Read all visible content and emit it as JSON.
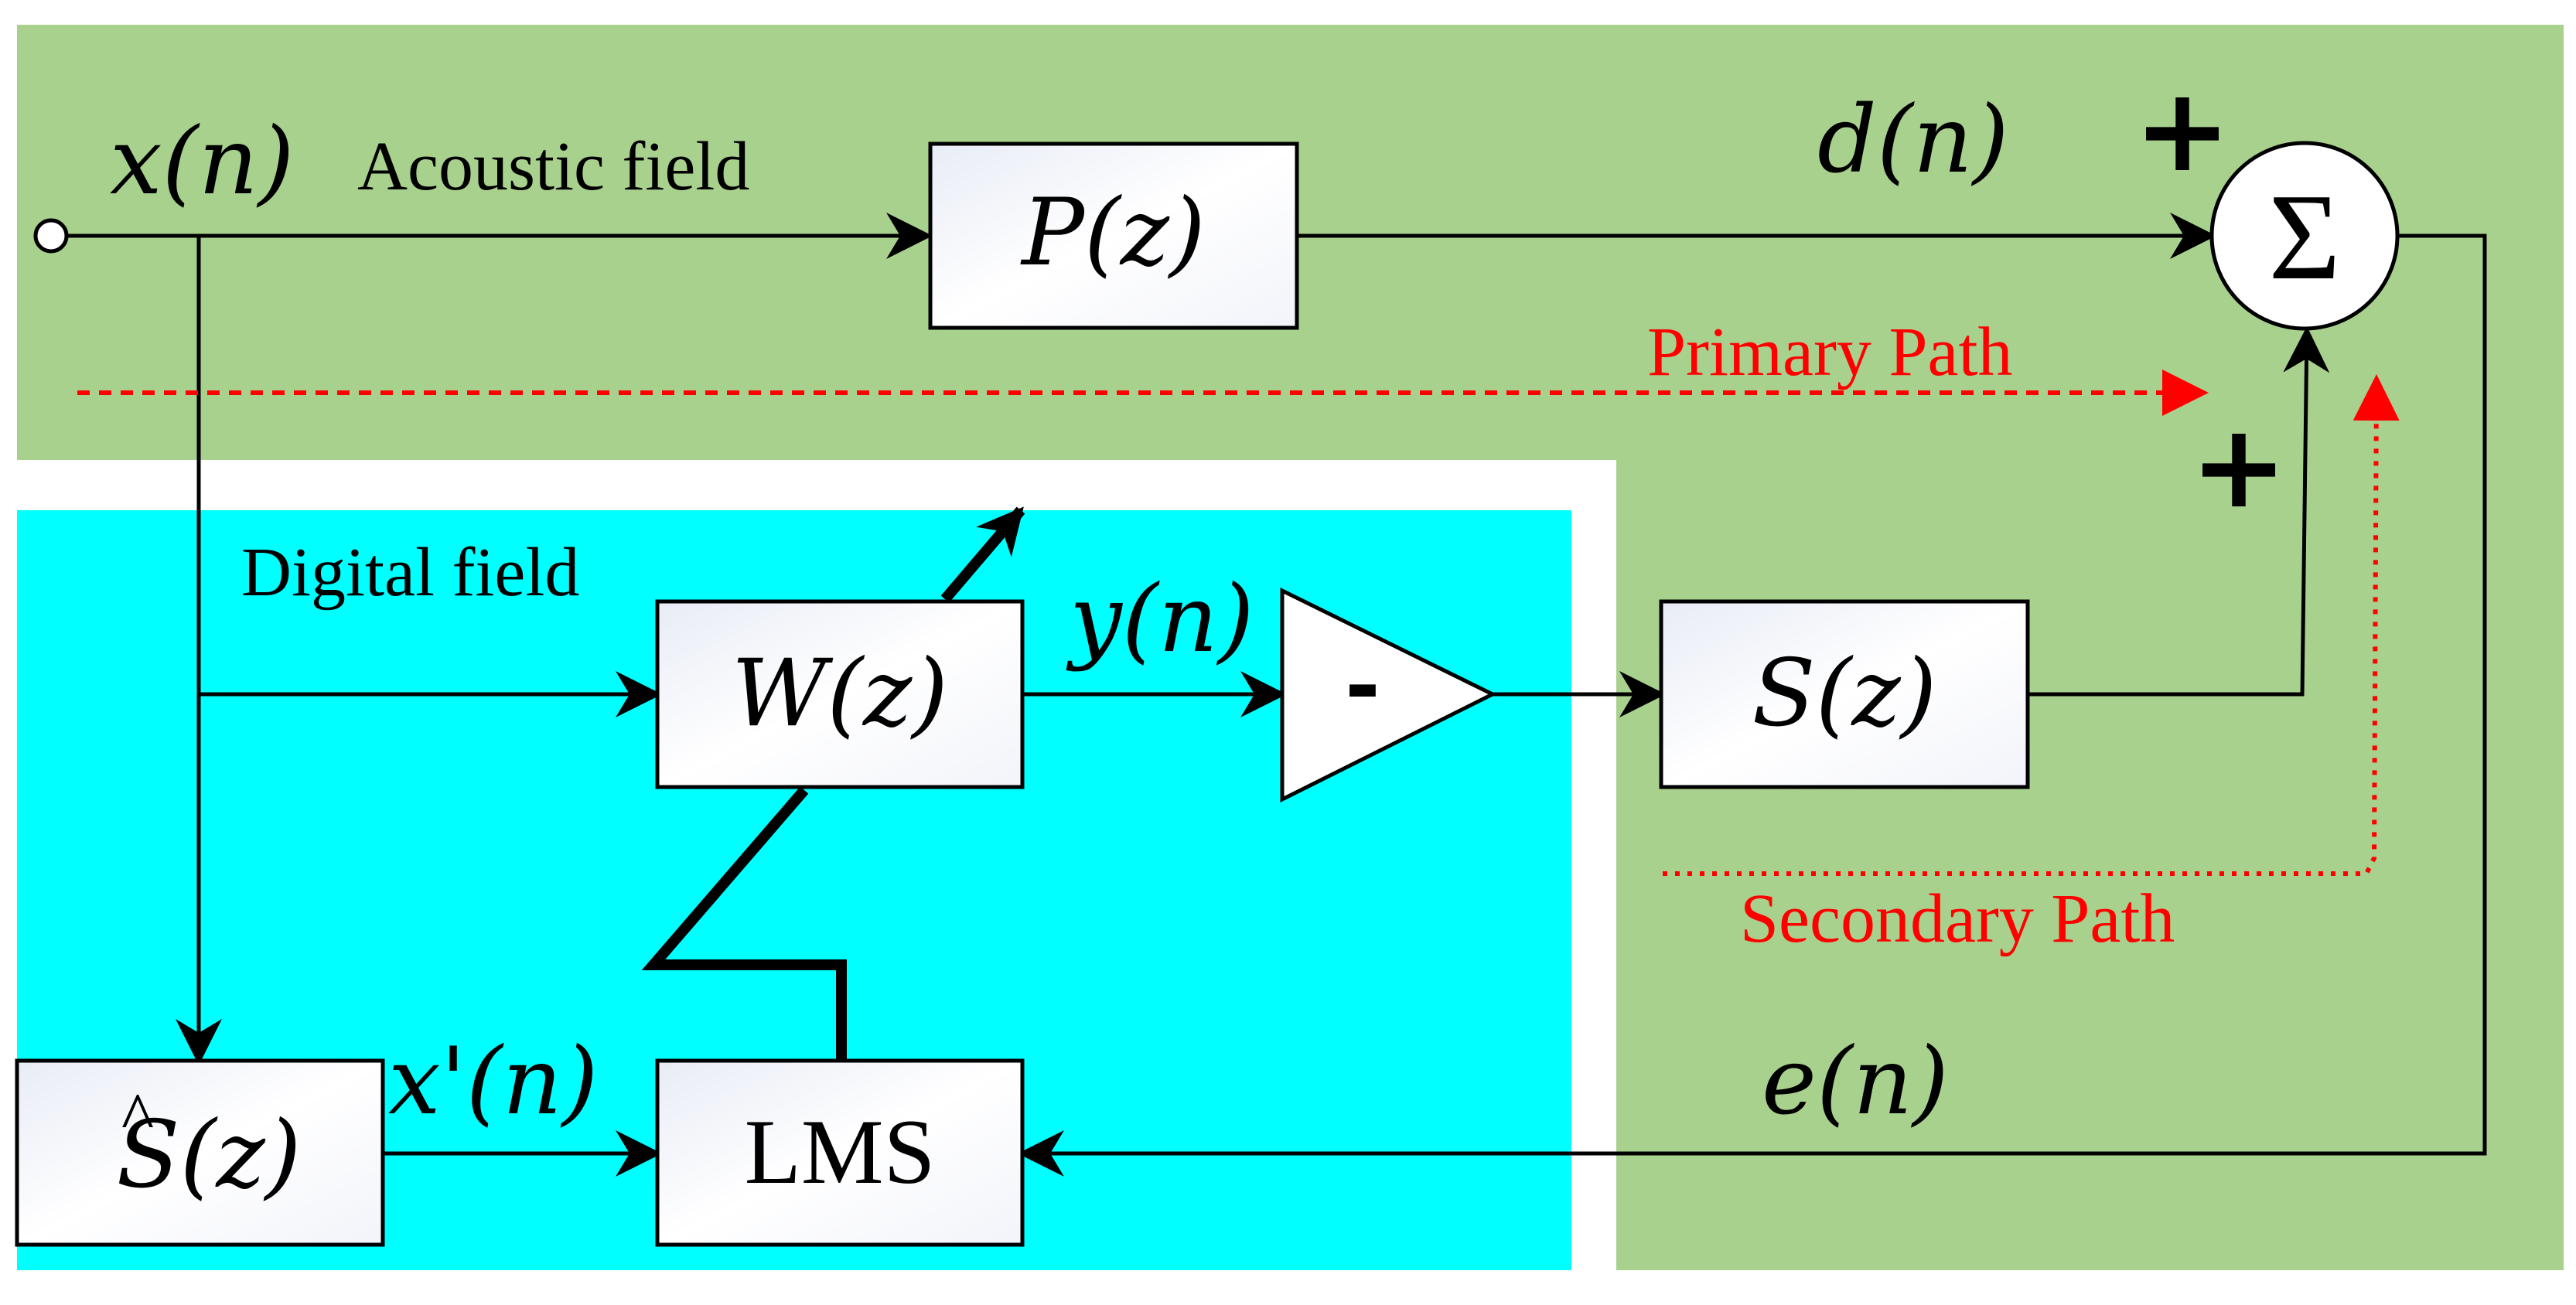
{
  "colors": {
    "acoustic_region": "#a9d18e",
    "digital_region": "#00ffff",
    "block_fill": "#f4f6fb",
    "line": "#000000",
    "path_annotation": "#ff0000"
  },
  "signals": {
    "input": "x(n)",
    "desired": "d(n)",
    "output": "y(n)",
    "filtered_reference": "x'(n)",
    "error": "e(n)"
  },
  "regions": {
    "acoustic": "Acoustic field",
    "digital": "Digital field"
  },
  "blocks": {
    "primary": "P(z)",
    "adaptive": "W(z)",
    "secondary": "S(z)",
    "secondary_estimate_hat": "^",
    "secondary_estimate_rest": "S(z)",
    "lms": "LMS",
    "summing": "Σ",
    "inverter": "-"
  },
  "signs": {
    "plus_top": "+",
    "plus_bottom": "+"
  },
  "paths": {
    "primary": "Primary Path",
    "secondary": "Secondary Path"
  }
}
